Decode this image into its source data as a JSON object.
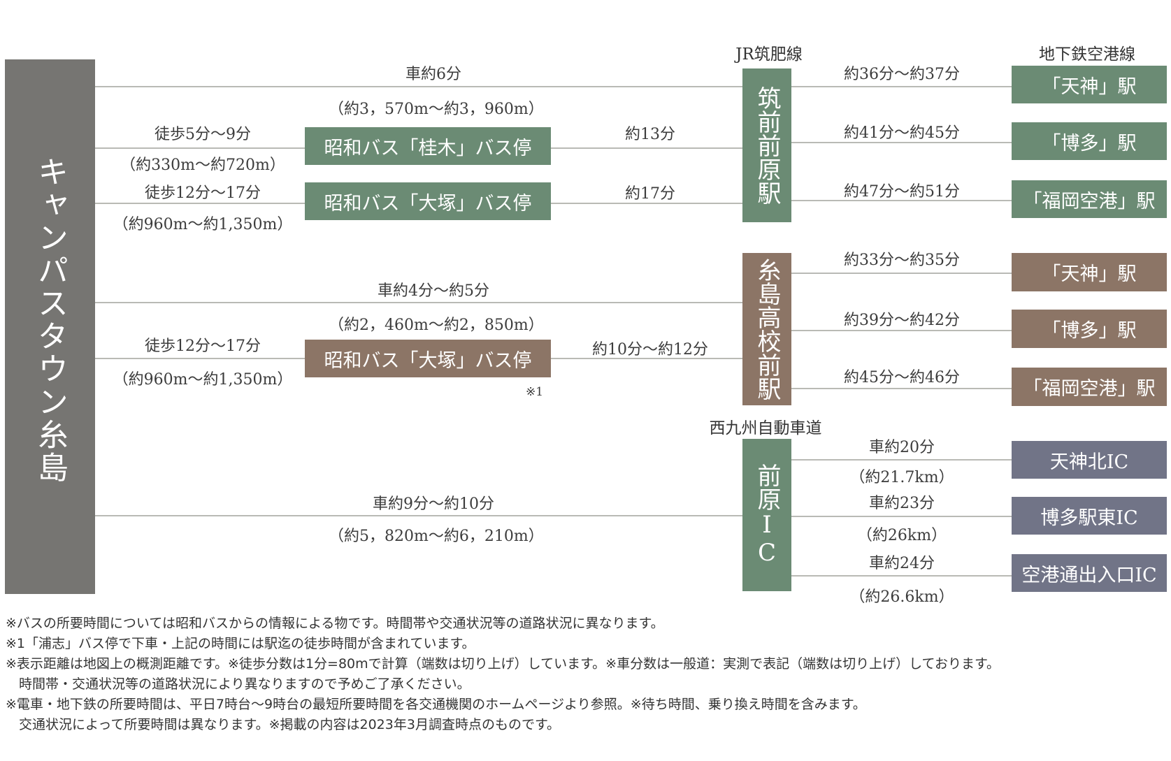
{
  "origin": {
    "label": "キャンパスタウン糸島"
  },
  "headers": {
    "jr_line": "JR筑肥線",
    "subway_line": "地下鉄空港線",
    "expressway": "西九州自動車道"
  },
  "hubs": {
    "chikuzen_maebaru": "筑前前原駅",
    "itoshima_koko_mae": "糸島高校前駅",
    "maebaru_ic": "前原IC"
  },
  "route_jr": {
    "car_time": "車約6分",
    "car_distance": "（約3，570m～約3，960m）",
    "walk1_time": "徒歩5分～9分",
    "walk1_distance": "（約330m～約720m）",
    "walk2_time": "徒歩12分～17分",
    "walk2_distance": "（約960m～約1,350m）",
    "bus_stop_1": "昭和バス「桂木」バス停",
    "bus_stop_2": "昭和バス「大塚」バス停",
    "bus1_time": "約13分",
    "bus2_time": "約17分",
    "destinations": [
      {
        "time": "約36分～約37分",
        "station": "「天神」駅"
      },
      {
        "time": "約41分～約45分",
        "station": "「博多」駅"
      },
      {
        "time": "約47分～約51分",
        "station": "「福岡空港」駅"
      }
    ]
  },
  "route_itoshima": {
    "car_time": "車約4分～約5分",
    "car_distance": "（約2，460m～約2，850m）",
    "walk_time": "徒歩12分～17分",
    "walk_distance": "（約960m～約1,350m）",
    "bus_stop": "昭和バス「大塚」バス停",
    "bus_time": "約10分～約12分",
    "note_mark": "※1",
    "destinations": [
      {
        "time": "約33分～約35分",
        "station": "「天神」駅"
      },
      {
        "time": "約39分～約42分",
        "station": "「博多」駅"
      },
      {
        "time": "約45分～約46分",
        "station": "「福岡空港」駅"
      }
    ]
  },
  "route_ic": {
    "car_time": "車約9分～約10分",
    "car_distance": "（約5，820m～約6，210m）",
    "destinations": [
      {
        "time": "車約20分",
        "distance": "（約21.7km）",
        "ic": "天神北IC"
      },
      {
        "time": "車約23分",
        "distance": "（約26km）",
        "ic": "博多駅東IC"
      },
      {
        "time": "車約24分",
        "distance": "（約26.6km）",
        "ic": "空港通出入口IC"
      }
    ]
  },
  "notes": [
    "※バスの所要時間については昭和バスからの情報による物です。時間帯や交通状況等の道路状況に異なります。",
    "※1「浦志」バス停で下車・上記の時間には駅迄の徒歩時間が含まれています。",
    "※表示距離は地図上の概測距離です。※徒歩分数は1分=80mで計算（端数は切り上げ）しています。※車分数は一般道：実測で表記（端数は切り上げ）しております。",
    "　時間帯・交通状況等の道路状況により異なりますので予めご了承ください。",
    "※電車・地下鉄の所要時間は、平日7時台～9時台の最短所要時間を各交通機関のホームページより参照。※待ち時間、乗り換え時間を含みます。",
    "　交通状況によって所要時間は異なります。※掲載の内容は2023年3月調査時点のものです。"
  ],
  "colors": {
    "green": "#6b8b74",
    "brown": "#8c7566",
    "slate": "#717487",
    "origin_gray": "#767572"
  }
}
